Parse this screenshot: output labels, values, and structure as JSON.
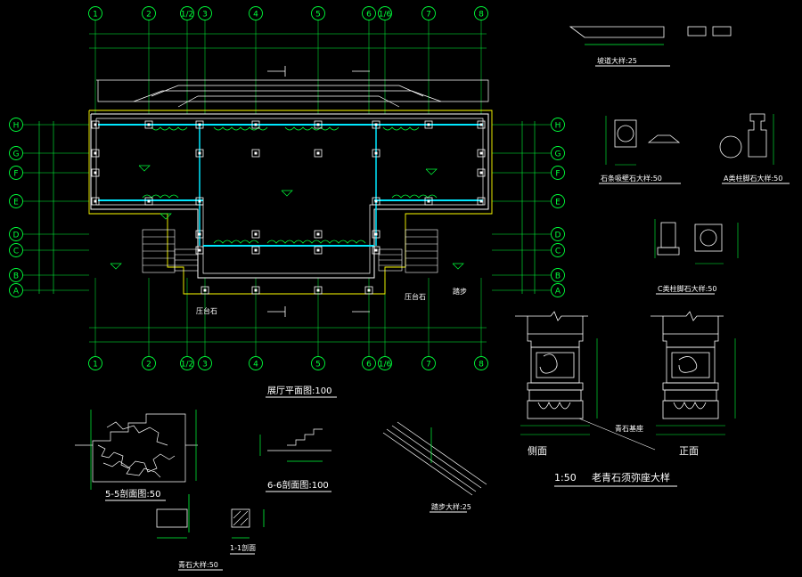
{
  "drawing": {
    "plan_title": "展厅平面图:100",
    "detail_5_5": "5-5剖面图:50",
    "detail_6_6": "6-6剖面图:100",
    "detail_1_1": "1-1剖面",
    "detail_stone": "青石大样:50",
    "detail_ramp": "踏步大样:25",
    "detail_step_top": "坡道大样:25",
    "detail_base_1": "石条吸壁石大样:50",
    "detail_base_2": "A类柱脚石大样:50",
    "detail_base_3": "C类柱脚石大样:50",
    "detail_plinth_scale": "1:50",
    "detail_plinth": "老青石须弥座大样",
    "label_side": "侧面",
    "label_front": "正面",
    "label_qingshi": "青石基座",
    "label_taishi": "压台石",
    "label_taishi2": "压台石",
    "label_step": "踏步"
  },
  "axes": {
    "columns": [
      "1",
      "2",
      "1/2",
      "3",
      "4",
      "5",
      "6",
      "1/6",
      "7",
      "8"
    ],
    "rows": [
      "H",
      "G",
      "F",
      "E",
      "D",
      "C",
      "B",
      "A"
    ]
  },
  "colors": {
    "line_white": "#ffffff",
    "line_green": "#00ff3a",
    "line_cyan": "#00e8ff",
    "line_yellow": "#ffff00",
    "line_blue": "#2f6bff",
    "background": "#000000"
  }
}
